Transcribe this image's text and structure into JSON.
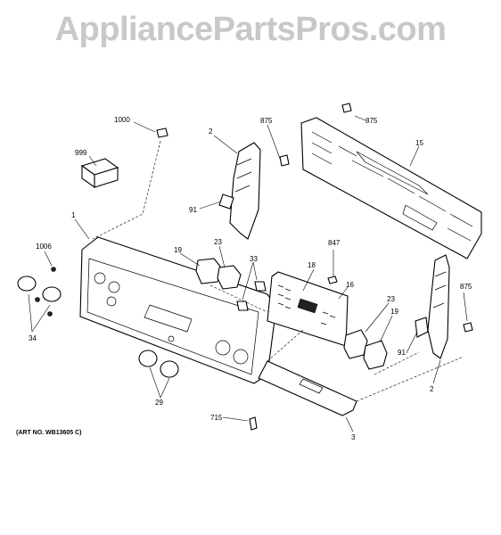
{
  "watermark": "AppliancePartsPros.com",
  "art_number": "(ART NO. WB13605 C)",
  "callouts": {
    "c1000": "1000",
    "c999": "999",
    "c1": "1",
    "c1006": "1006",
    "c34": "34",
    "c2_top": "2",
    "c875_a": "875",
    "c875_b": "875",
    "c91_top": "91",
    "c15": "15",
    "c19_left": "19",
    "c23_left": "23",
    "c33": "33",
    "c847": "847",
    "c18": "18",
    "c16": "16",
    "c23_right": "23",
    "c19_right": "19",
    "c875_c": "875",
    "c91_right": "91",
    "c2_right": "2",
    "c29": "29",
    "c715": "715",
    "c3": "3"
  }
}
